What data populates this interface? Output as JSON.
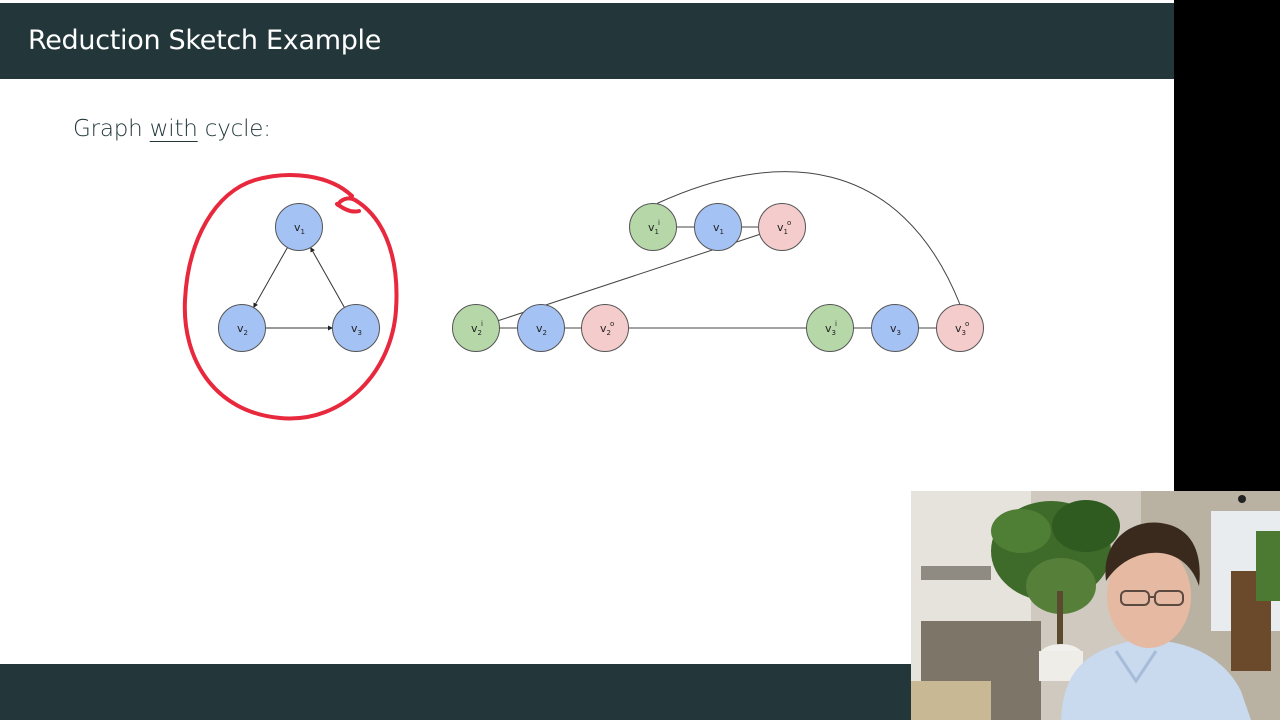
{
  "slide": {
    "title": "Reduction Sketch Example",
    "subtitle_pre": "Graph ",
    "subtitle_underlined": "with",
    "subtitle_post": " cycle:"
  },
  "colors": {
    "header": "#23373b",
    "node_blue": "#a4c2f4",
    "node_green": "#b6d7a8",
    "node_pink": "#f4cccc",
    "annotation_red": "#e8283c"
  },
  "graph_left": {
    "nodes": [
      {
        "id": "v1",
        "base": "v",
        "sub": "1",
        "sup": "",
        "color": "blue"
      },
      {
        "id": "v2",
        "base": "v",
        "sub": "2",
        "sup": "",
        "color": "blue"
      },
      {
        "id": "v3",
        "base": "v",
        "sub": "3",
        "sup": "",
        "color": "blue"
      }
    ],
    "edges": [
      {
        "from": "v1",
        "to": "v2",
        "directed": true
      },
      {
        "from": "v2",
        "to": "v3",
        "directed": true
      },
      {
        "from": "v3",
        "to": "v1",
        "directed": true
      }
    ]
  },
  "graph_right": {
    "nodes": [
      {
        "id": "v1i",
        "base": "v",
        "sub": "1",
        "sup": "i",
        "color": "green"
      },
      {
        "id": "v1",
        "base": "v",
        "sub": "1",
        "sup": "",
        "color": "blue"
      },
      {
        "id": "v1o",
        "base": "v",
        "sub": "1",
        "sup": "o",
        "color": "pink"
      },
      {
        "id": "v2i",
        "base": "v",
        "sub": "2",
        "sup": "i",
        "color": "green"
      },
      {
        "id": "v2",
        "base": "v",
        "sub": "2",
        "sup": "",
        "color": "blue"
      },
      {
        "id": "v2o",
        "base": "v",
        "sub": "2",
        "sup": "o",
        "color": "pink"
      },
      {
        "id": "v3i",
        "base": "v",
        "sub": "3",
        "sup": "i",
        "color": "green"
      },
      {
        "id": "v3",
        "base": "v",
        "sub": "3",
        "sup": "",
        "color": "blue"
      },
      {
        "id": "v3o",
        "base": "v",
        "sub": "3",
        "sup": "o",
        "color": "pink"
      }
    ],
    "edges": [
      {
        "from": "v1i",
        "to": "v1"
      },
      {
        "from": "v1",
        "to": "v1o"
      },
      {
        "from": "v2i",
        "to": "v2"
      },
      {
        "from": "v2",
        "to": "v2o"
      },
      {
        "from": "v3i",
        "to": "v3"
      },
      {
        "from": "v3",
        "to": "v3o"
      },
      {
        "from": "v1o",
        "to": "v2i"
      },
      {
        "from": "v2o",
        "to": "v3i"
      },
      {
        "from": "v3o",
        "to": "v1i",
        "curved": true
      }
    ]
  }
}
